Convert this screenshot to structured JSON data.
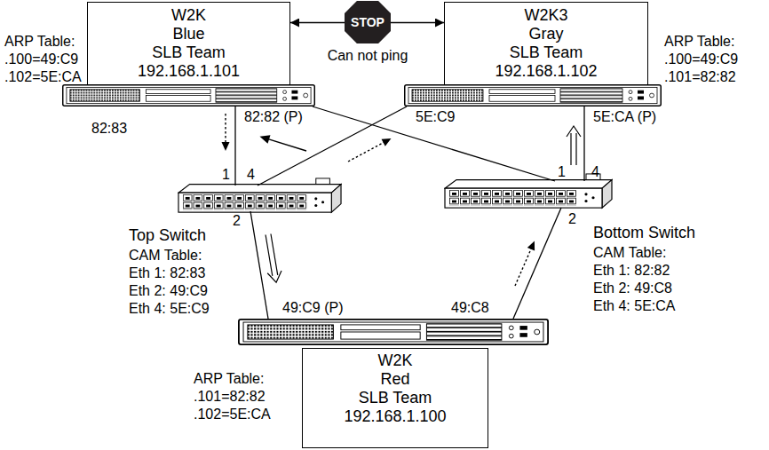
{
  "diagram": {
    "nodes": [
      {
        "text": [
          "W2K",
          "Blue",
          "SLB Team",
          "192.168.1.101"
        ]
      },
      {
        "text": [
          "STOP"
        ]
      },
      {
        "text": [
          "W2K3",
          "Gray",
          "SLB Team",
          "192.168.1.102"
        ]
      },
      {
        "text": [
          "W2K",
          "Red",
          "SLB Team",
          "192.168.1.100"
        ]
      }
    ],
    "edges": [
      {
        "from": 1,
        "to": 0,
        "arrow": "to"
      },
      {
        "from": 1,
        "to": 2,
        "arrow": "to"
      }
    ],
    "labels": [
      "ARP Table:",
      ".100=49:C9",
      ".102=5E:CA",
      "ARP Table:",
      ".100=49:C9",
      ".101=82:82",
      "Can not ping",
      "82:83",
      "82:82 (P)",
      "5E:C9",
      "5E:CA (P)",
      "1",
      "4",
      "1",
      "4",
      "2",
      "2",
      "Top Switch",
      "CAM Table:",
      "Eth 1: 82:83",
      "Eth 2: 49:C9",
      "Eth 4: 5E:C9",
      "Bottom Switch",
      "CAM Table:",
      "Eth 1: 82:82",
      "Eth 2: 49:C8",
      "Eth 4: 5E:CA",
      "49:C9 (P)",
      "49:C8",
      "ARP Table:",
      ".101=82:82",
      ".102=5E:CA"
    ]
  }
}
